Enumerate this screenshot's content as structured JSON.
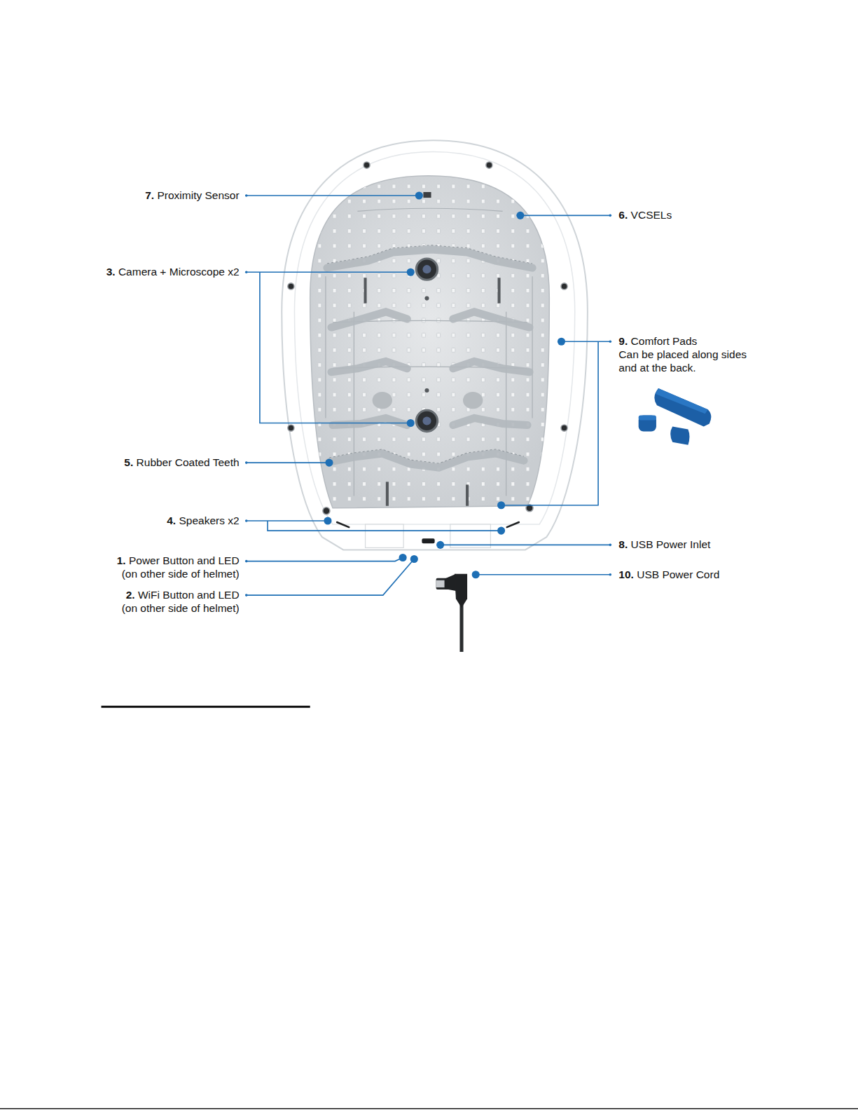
{
  "diagram": {
    "labels": [
      "7.",
      "Proximity Sensor",
      "6.",
      "VCSELs",
      "3.",
      "Camera + Microscope x2",
      "9.",
      "Comfort Pads",
      "Can be placed along sides and at the back.",
      "5.",
      "Rubber Coated Teeth",
      "4.",
      "Speakers x2",
      "8.",
      "USB Power Inlet",
      "1.",
      "Power Button and LED",
      "(on other side of helmet)",
      "10.",
      "USB Power Cord",
      "2.",
      "WiFi Button and LED",
      "(on other side of helmet)"
    ]
  }
}
